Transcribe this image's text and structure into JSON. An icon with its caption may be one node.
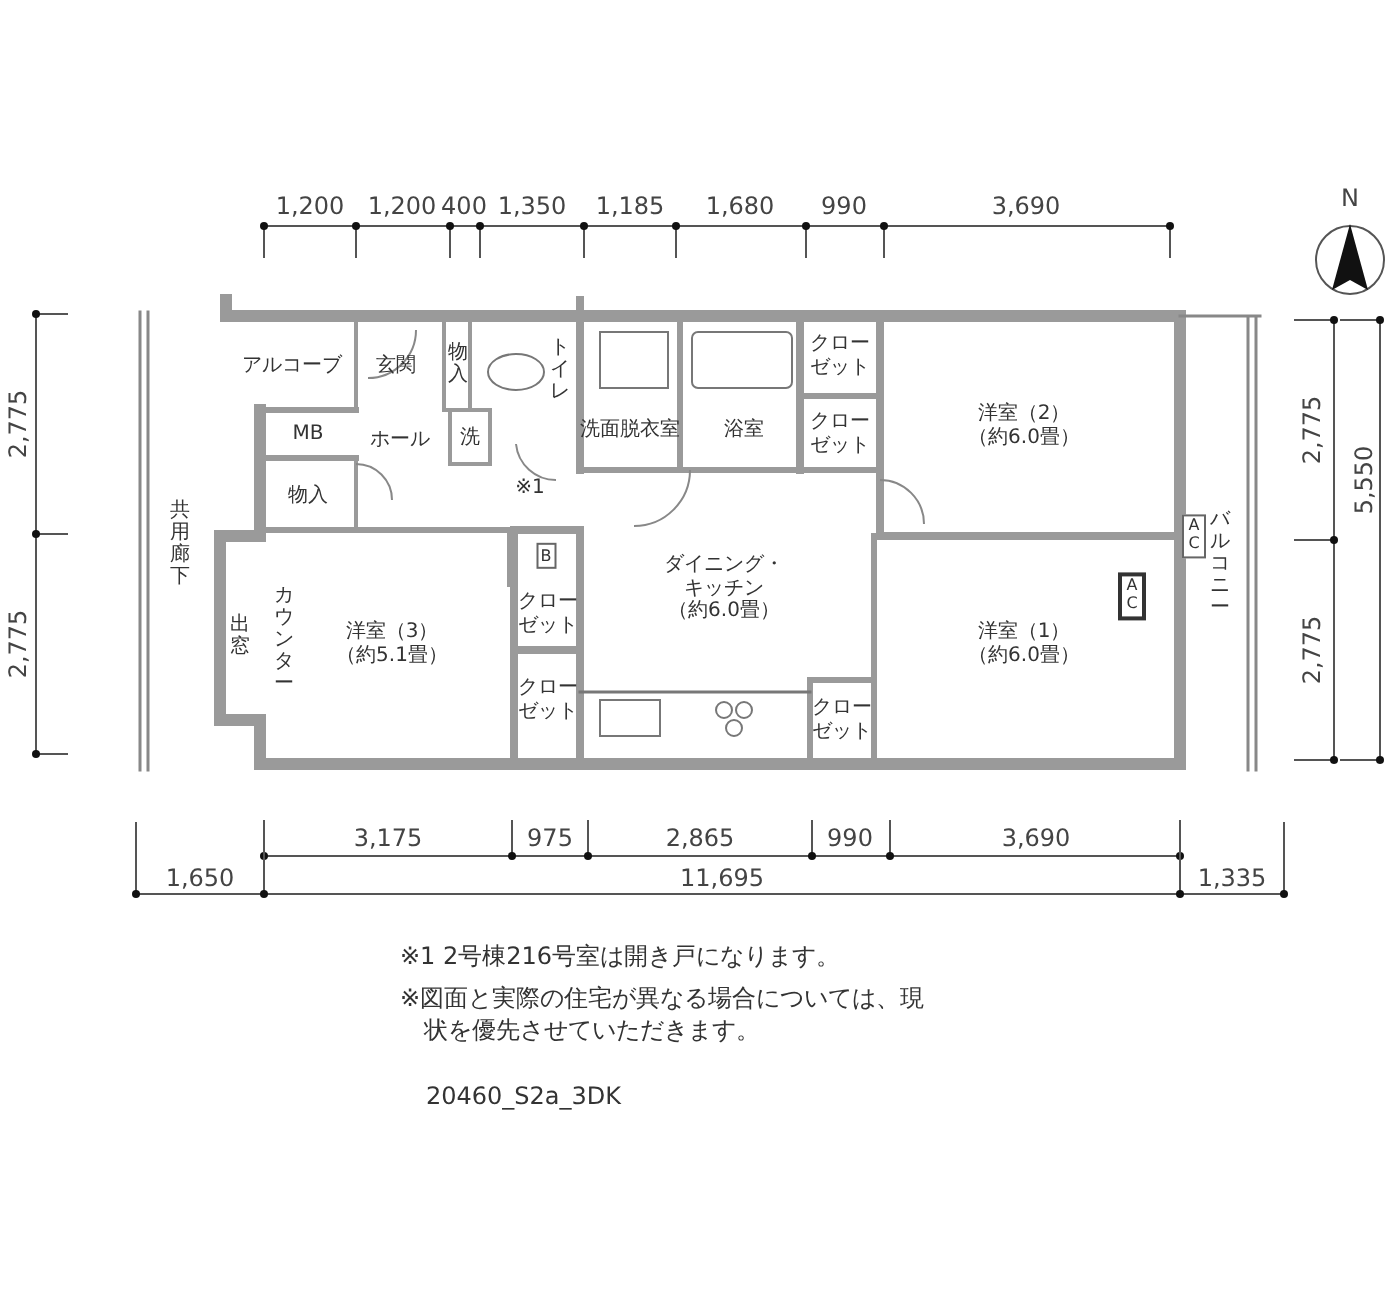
{
  "diagram": {
    "labels": [
      "1,200",
      "1,200",
      "400",
      "1,350",
      "1,185",
      "1,680",
      "990",
      "3,690",
      "N",
      "2,775",
      "2,775",
      "2,775",
      "5,550",
      "2,775",
      "アルコーブ",
      "玄関",
      "物入",
      "トイレ",
      "洗面脱衣室",
      "浴室",
      "クローゼット",
      "クローゼット",
      "洋室（2）（約6.0畳）",
      "MB",
      "ホール",
      "洗",
      "※1",
      "物入",
      "共用廊下",
      "バルコニー",
      "AC",
      "AC",
      "B",
      "出窓",
      "カウンター",
      "洋室（3）（約5.1畳）",
      "クローゼット",
      "クローゼット",
      "ダイニング・キッチン（約6.0畳）",
      "洋室（1）（約6.0畳）",
      "クローゼット",
      "3,175",
      "975",
      "2,865",
      "990",
      "3,690",
      "1,650",
      "11,695",
      "1,335",
      "※1 2号棟216号室は開き戸になります。",
      "※図面と実際の住宅が異なる場合については、現状を優先させていただきます。",
      "20460_S2a_3DK"
    ]
  }
}
